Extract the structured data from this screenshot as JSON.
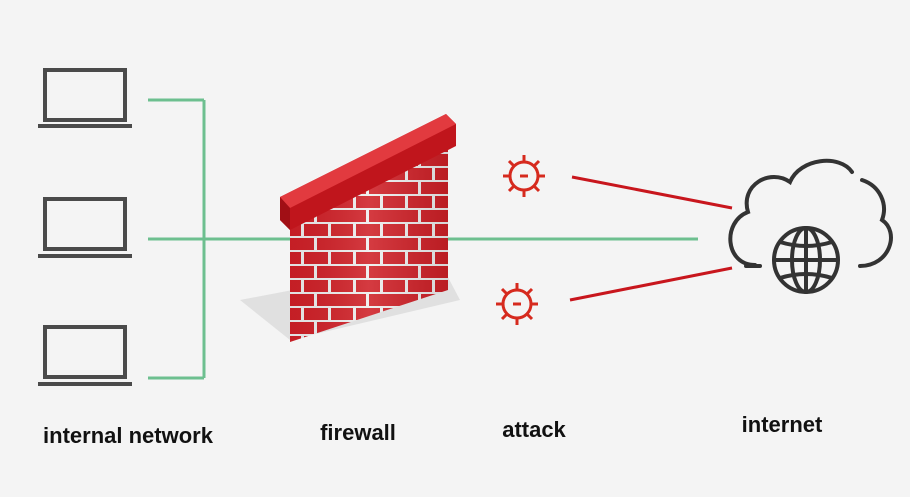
{
  "labels": {
    "internal_network": "internal network",
    "firewall": "firewall",
    "attack": "attack",
    "internet": "internet"
  },
  "colors": {
    "background": "#f4f4f4",
    "network_link": "#6dbf8f",
    "attack_link": "#c8161d",
    "attack_icon": "#d62a1e",
    "brick_red": "#cf2027",
    "mortar": "#eeeeee",
    "device_outline": "#4a4a4a",
    "cloud_outline": "#333333"
  },
  "nodes": {
    "laptops": [
      "laptop",
      "laptop",
      "laptop"
    ],
    "firewall_icon": "brick-wall-icon",
    "attack_icons": [
      "virus-icon",
      "virus-icon"
    ],
    "internet_icon": "cloud-globe-icon"
  }
}
